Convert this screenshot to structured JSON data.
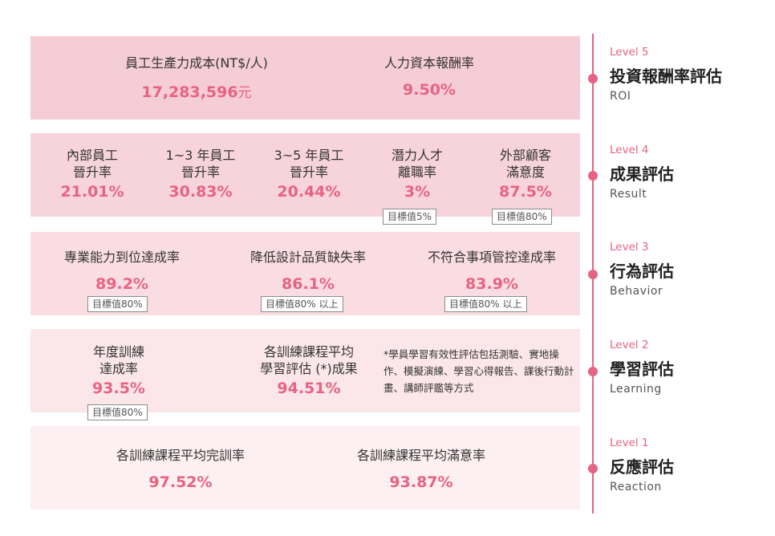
{
  "levels": [
    {
      "level": "Level 5",
      "title": "投資報酬率評估",
      "en": "ROI",
      "metrics": [
        {
          "label": "員工生產力成本(NT$/人)",
          "value": "17,283,596",
          "unit": "元"
        },
        {
          "label": "人力資本報酬率",
          "value": "9.50%"
        }
      ]
    },
    {
      "level": "Level 4",
      "title": "成果評估",
      "en": "Result",
      "metrics": [
        {
          "label1": "內部員工",
          "label2": "晉升率",
          "value": "21.01%"
        },
        {
          "label1": "1~3 年員工",
          "label2": "晉升率",
          "value": "30.83%"
        },
        {
          "label1": "3~5 年員工",
          "label2": "晉升率",
          "value": "20.44%"
        },
        {
          "label1": "潛力人才",
          "label2": "離職率",
          "value": "3%",
          "target": "目標值5%"
        },
        {
          "label1": "外部顧客",
          "label2": "滿意度",
          "value": "87.5%",
          "target": "目標值80%"
        }
      ]
    },
    {
      "level": "Level 3",
      "title": "行為評估",
      "en": "Behavior",
      "metrics": [
        {
          "label": "專業能力到位達成率",
          "value": "89.2%",
          "target": "目標值80%"
        },
        {
          "label": "降低設計品質缺失率",
          "value": "86.1%",
          "target": "目標值80% 以上"
        },
        {
          "label": "不符合事項管控達成率",
          "value": "83.9%",
          "target": "目標值80% 以上"
        }
      ]
    },
    {
      "level": "Level 2",
      "title": "學習評估",
      "en": "Learning",
      "metrics": [
        {
          "label1": "年度訓練",
          "label2": "達成率",
          "value": "93.5%",
          "target": "目標值80%"
        },
        {
          "label1": "各訓練課程平均",
          "label2": "學習評估 (*)成果",
          "value": "94.51%"
        }
      ],
      "note": "*學員學習有效性評估包括測驗、實地操作、模擬演練、學習心得報告、課後行動計畫、講師評鑑等方式"
    },
    {
      "level": "Level 1",
      "title": "反應評估",
      "en": "Reaction",
      "metrics": [
        {
          "label": "各訓練課程平均完訓率",
          "value": "97.52%"
        },
        {
          "label": "各訓練課程平均滿意率",
          "value": "93.87%"
        }
      ]
    }
  ],
  "colors": {
    "accent": "#e86381",
    "timeline": "#e86381"
  }
}
